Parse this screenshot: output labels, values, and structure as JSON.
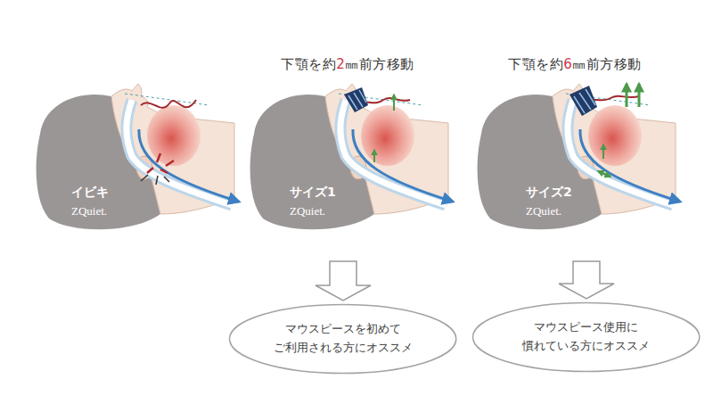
{
  "diagram": {
    "nodes": [
      {
        "text": [
          "イビキ",
          "ZQuiet."
        ]
      },
      {
        "text": [
          "下顎を約2㎜前方移動",
          "サイズ1",
          "ZQuiet."
        ]
      },
      {
        "text": [
          "下顎を約6㎜前方移動",
          "サイズ2",
          "ZQuiet."
        ]
      },
      {
        "text": [
          "マウスピースを初めて ご利用される方にオススメ"
        ]
      },
      {
        "text": [
          "マウスピース使用に 慣れている方にオススメ"
        ]
      }
    ],
    "edges": [
      {
        "from": 1,
        "to": 3,
        "arrow": "to"
      },
      {
        "from": 2,
        "to": 4,
        "arrow": "to"
      }
    ]
  }
}
